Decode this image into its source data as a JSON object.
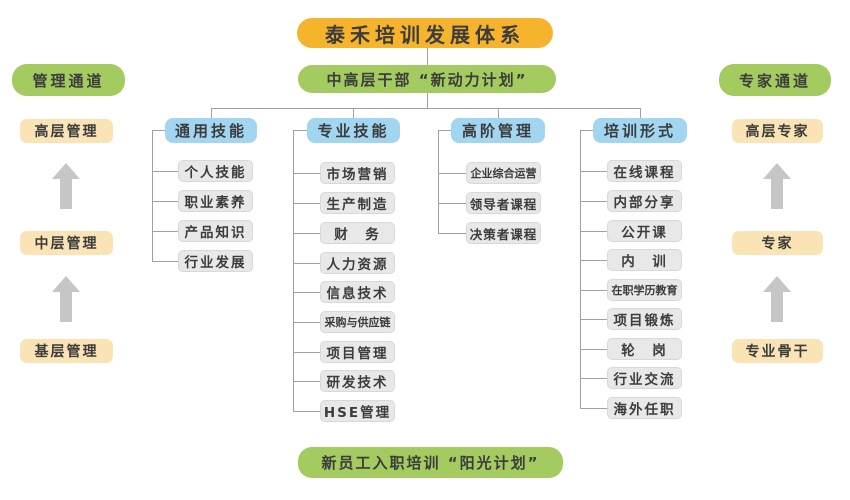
{
  "diagram": {
    "title": "泰禾培训发展体系",
    "top_banner": "中高层干部 “新动力计划”",
    "bottom_banner": "新员工入职培训 “阳光计划”",
    "left_channel": {
      "header": "管理通道",
      "levels": [
        "高层管理",
        "中层管理",
        "基层管理"
      ]
    },
    "right_channel": {
      "header": "专家通道",
      "levels": [
        "高层专家",
        "专家",
        "专业骨干"
      ]
    },
    "columns": [
      {
        "header": "通用技能",
        "items": [
          "个人技能",
          "职业素养",
          "产品知识",
          "行业发展"
        ]
      },
      {
        "header": "专业技能",
        "items": [
          "市场营销",
          "生产制造",
          "财　务",
          "人力资源",
          "信息技术",
          "采购与供应链",
          "项目管理",
          "研发技术",
          "HSE管理"
        ]
      },
      {
        "header": "高阶管理",
        "items": [
          "企业综合运营",
          "领导者课程",
          "决策者课程"
        ]
      },
      {
        "header": "培训形式",
        "items": [
          "在线课程",
          "内部分享",
          "公开课",
          "内　训",
          "在职学历教育",
          "项目锻炼",
          "轮　岗",
          "行业交流",
          "海外任职"
        ]
      }
    ]
  },
  "colors": {
    "orange": "#f6b42c",
    "green": "#a3cb5f",
    "blue": "#a2d5ef",
    "beige": "#fae3b4",
    "item-bg": "#e8e8e8",
    "item-border": "#d8d8d8",
    "line": "#a0a0a0",
    "arrow": "#c6c6c6",
    "text": "#3c3c3c"
  }
}
